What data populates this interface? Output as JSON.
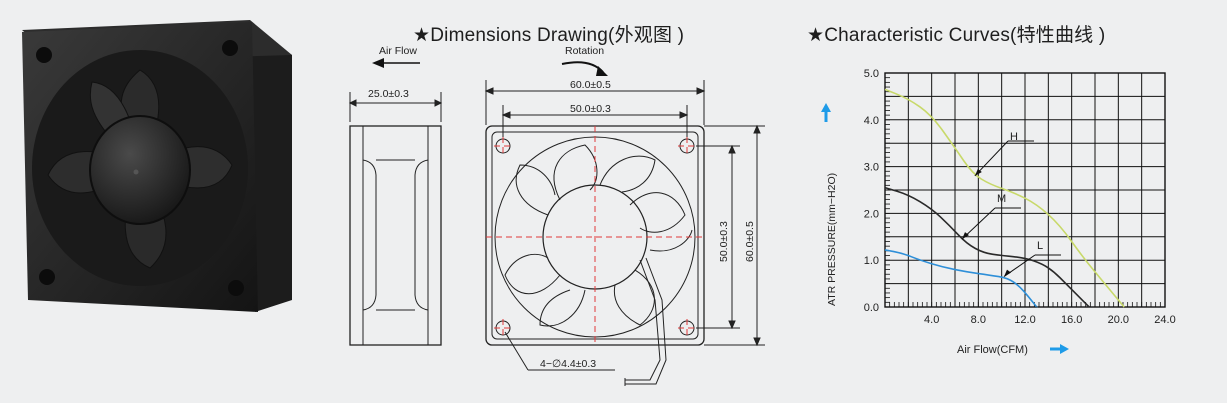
{
  "titles": {
    "dimensions": "★Dimensions Drawing(外观图 )",
    "curves": "★Characteristic Curves(特性曲线 )"
  },
  "drawing": {
    "air_flow": "Air Flow",
    "rotation": "Rotation",
    "depth": "25.0±0.3",
    "outer_width": "60.0±0.5",
    "hole_spacing_h": "50.0±0.3",
    "hole_spacing_v": "50.0±0.3",
    "outer_height": "60.0±0.5",
    "holes": "4−∅4.4±0.3"
  },
  "chart_data": {
    "type": "line",
    "xlabel": "Air Flow(CFM)",
    "ylabel": "ATR PRESSURE(mm−H2O)",
    "xlim": [
      0,
      24
    ],
    "ylim": [
      0,
      5
    ],
    "x_ticks": [
      "4.0",
      "8.0",
      "12.0",
      "16.0",
      "20.0",
      "24.0"
    ],
    "y_ticks": [
      "0.0",
      "1.0",
      "2.0",
      "3.0",
      "4.0",
      "5.0"
    ],
    "grid": true,
    "series": [
      {
        "name": "H",
        "color": "#c8d96a",
        "x": [
          0,
          2,
          4,
          6,
          7.5,
          9,
          11,
          13,
          15,
          17,
          19,
          20.5
        ],
        "y": [
          4.65,
          4.45,
          4.1,
          3.4,
          2.85,
          2.62,
          2.45,
          2.2,
          1.75,
          1.05,
          0.45,
          0.0
        ]
      },
      {
        "name": "M",
        "color": "#2a2a2a",
        "x": [
          0,
          2,
          4,
          5.5,
          7,
          8.5,
          10,
          12,
          13.5,
          14.5,
          15.5,
          16.5,
          17.5
        ],
        "y": [
          2.55,
          2.4,
          2.1,
          1.75,
          1.35,
          1.15,
          1.1,
          1.05,
          0.92,
          0.75,
          0.5,
          0.25,
          0.0
        ]
      },
      {
        "name": "L",
        "color": "#2e8fd8",
        "x": [
          0,
          1.5,
          3,
          5,
          7,
          9,
          10.5,
          11.5,
          12.3,
          13.0
        ],
        "y": [
          1.22,
          1.15,
          1.0,
          0.85,
          0.75,
          0.68,
          0.62,
          0.45,
          0.22,
          0.0
        ]
      }
    ]
  },
  "colors": {
    "arrow_blue": "#1e9be8",
    "centerline_red": "#e03a3a"
  }
}
